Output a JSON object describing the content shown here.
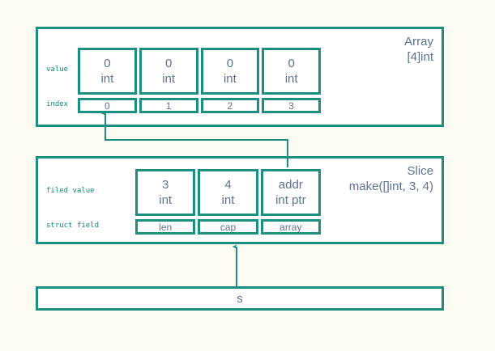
{
  "diagram": {
    "title_colors": {
      "accent": "#1d8f80",
      "text": "#5d7290",
      "label": "#12887c",
      "page_background": "#fdfaf1",
      "box_background": "#ffffff"
    }
  },
  "array": {
    "title_line1": "Array",
    "title_line2": "[4]int",
    "value_row_label": "value",
    "index_row_label": "index",
    "cells": [
      {
        "value": "0",
        "type": "int",
        "index": "0"
      },
      {
        "value": "0",
        "type": "int",
        "index": "1"
      },
      {
        "value": "0",
        "type": "int",
        "index": "2"
      },
      {
        "value": "0",
        "type": "int",
        "index": "3"
      }
    ]
  },
  "slice": {
    "title_line1": "Slice",
    "title_line2": "make([]int, 3, 4)",
    "value_row_label": "filed value",
    "field_row_label": "struct field",
    "cells": [
      {
        "value": "3",
        "type": "int",
        "field": "len"
      },
      {
        "value": "4",
        "type": "int",
        "field": "cap"
      },
      {
        "value": "addr",
        "type": "int ptr",
        "field": "array"
      }
    ]
  },
  "variable": {
    "name": "s"
  }
}
